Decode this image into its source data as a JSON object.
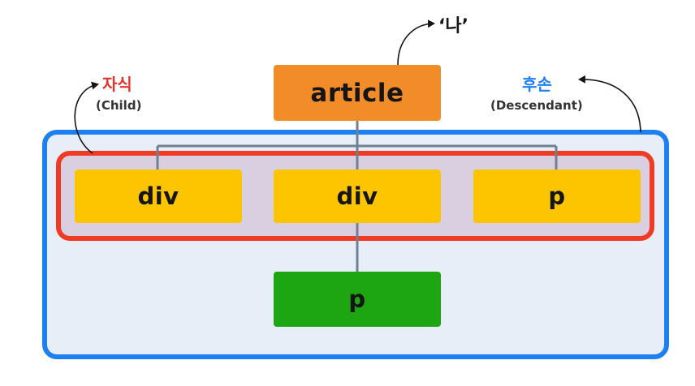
{
  "colors": {
    "article": "#f28c28",
    "div": "#fdc400",
    "p_child": "#fdc400",
    "p_descendant": "#1ea512",
    "child_border": "#ef3b24",
    "child_fill": "#d9cfe0",
    "descendant_border": "#1c7ff2",
    "descendant_fill": "#e7eef7",
    "connector": "#708090",
    "child_label": "#e5322d",
    "descendant_label": "#1d7ff2"
  },
  "labels": {
    "me": "‘나’",
    "child_title": "자식",
    "child_sub": "(Child)",
    "descendant_title": "후손",
    "descendant_sub": "(Descendant)"
  },
  "nodes": {
    "article": "article",
    "div1": "div",
    "div2": "div",
    "p1": "p",
    "p2": "p"
  }
}
